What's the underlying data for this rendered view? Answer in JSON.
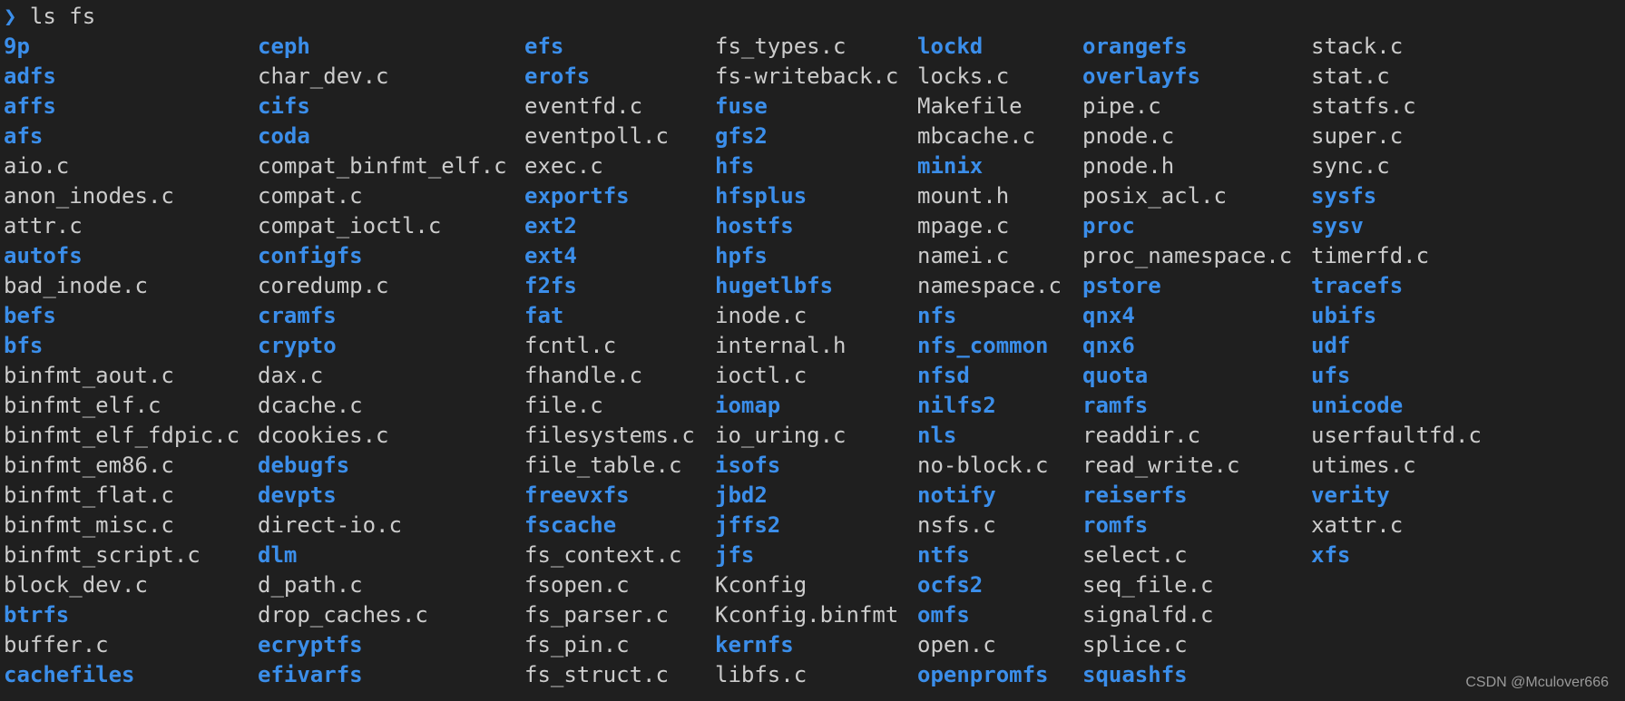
{
  "prompt": {
    "symbol": "❯",
    "command": "ls fs"
  },
  "colors": {
    "directory": "#3b8eea",
    "file": "#cccccc",
    "background": "#1f1f1f"
  },
  "listing": {
    "columns": [
      [
        {
          "name": "9p",
          "dir": true
        },
        {
          "name": "adfs",
          "dir": true
        },
        {
          "name": "affs",
          "dir": true
        },
        {
          "name": "afs",
          "dir": true
        },
        {
          "name": "aio.c",
          "dir": false
        },
        {
          "name": "anon_inodes.c",
          "dir": false
        },
        {
          "name": "attr.c",
          "dir": false
        },
        {
          "name": "autofs",
          "dir": true
        },
        {
          "name": "bad_inode.c",
          "dir": false
        },
        {
          "name": "befs",
          "dir": true
        },
        {
          "name": "bfs",
          "dir": true
        },
        {
          "name": "binfmt_aout.c",
          "dir": false
        },
        {
          "name": "binfmt_elf.c",
          "dir": false
        },
        {
          "name": "binfmt_elf_fdpic.c",
          "dir": false
        },
        {
          "name": "binfmt_em86.c",
          "dir": false
        },
        {
          "name": "binfmt_flat.c",
          "dir": false
        },
        {
          "name": "binfmt_misc.c",
          "dir": false
        },
        {
          "name": "binfmt_script.c",
          "dir": false
        },
        {
          "name": "block_dev.c",
          "dir": false
        },
        {
          "name": "btrfs",
          "dir": true
        },
        {
          "name": "buffer.c",
          "dir": false
        },
        {
          "name": "cachefiles",
          "dir": true
        }
      ],
      [
        {
          "name": "ceph",
          "dir": true
        },
        {
          "name": "char_dev.c",
          "dir": false
        },
        {
          "name": "cifs",
          "dir": true
        },
        {
          "name": "coda",
          "dir": true
        },
        {
          "name": "compat_binfmt_elf.c",
          "dir": false
        },
        {
          "name": "compat.c",
          "dir": false
        },
        {
          "name": "compat_ioctl.c",
          "dir": false
        },
        {
          "name": "configfs",
          "dir": true
        },
        {
          "name": "coredump.c",
          "dir": false
        },
        {
          "name": "cramfs",
          "dir": true
        },
        {
          "name": "crypto",
          "dir": true
        },
        {
          "name": "dax.c",
          "dir": false
        },
        {
          "name": "dcache.c",
          "dir": false
        },
        {
          "name": "dcookies.c",
          "dir": false
        },
        {
          "name": "debugfs",
          "dir": true
        },
        {
          "name": "devpts",
          "dir": true
        },
        {
          "name": "direct-io.c",
          "dir": false
        },
        {
          "name": "dlm",
          "dir": true
        },
        {
          "name": "d_path.c",
          "dir": false
        },
        {
          "name": "drop_caches.c",
          "dir": false
        },
        {
          "name": "ecryptfs",
          "dir": true
        },
        {
          "name": "efivarfs",
          "dir": true
        }
      ],
      [
        {
          "name": "efs",
          "dir": true
        },
        {
          "name": "erofs",
          "dir": true
        },
        {
          "name": "eventfd.c",
          "dir": false
        },
        {
          "name": "eventpoll.c",
          "dir": false
        },
        {
          "name": "exec.c",
          "dir": false
        },
        {
          "name": "exportfs",
          "dir": true
        },
        {
          "name": "ext2",
          "dir": true
        },
        {
          "name": "ext4",
          "dir": true
        },
        {
          "name": "f2fs",
          "dir": true
        },
        {
          "name": "fat",
          "dir": true
        },
        {
          "name": "fcntl.c",
          "dir": false
        },
        {
          "name": "fhandle.c",
          "dir": false
        },
        {
          "name": "file.c",
          "dir": false
        },
        {
          "name": "filesystems.c",
          "dir": false
        },
        {
          "name": "file_table.c",
          "dir": false
        },
        {
          "name": "freevxfs",
          "dir": true
        },
        {
          "name": "fscache",
          "dir": true
        },
        {
          "name": "fs_context.c",
          "dir": false
        },
        {
          "name": "fsopen.c",
          "dir": false
        },
        {
          "name": "fs_parser.c",
          "dir": false
        },
        {
          "name": "fs_pin.c",
          "dir": false
        },
        {
          "name": "fs_struct.c",
          "dir": false
        }
      ],
      [
        {
          "name": "fs_types.c",
          "dir": false
        },
        {
          "name": "fs-writeback.c",
          "dir": false
        },
        {
          "name": "fuse",
          "dir": true
        },
        {
          "name": "gfs2",
          "dir": true
        },
        {
          "name": "hfs",
          "dir": true
        },
        {
          "name": "hfsplus",
          "dir": true
        },
        {
          "name": "hostfs",
          "dir": true
        },
        {
          "name": "hpfs",
          "dir": true
        },
        {
          "name": "hugetlbfs",
          "dir": true
        },
        {
          "name": "inode.c",
          "dir": false
        },
        {
          "name": "internal.h",
          "dir": false
        },
        {
          "name": "ioctl.c",
          "dir": false
        },
        {
          "name": "iomap",
          "dir": true
        },
        {
          "name": "io_uring.c",
          "dir": false
        },
        {
          "name": "isofs",
          "dir": true
        },
        {
          "name": "jbd2",
          "dir": true
        },
        {
          "name": "jffs2",
          "dir": true
        },
        {
          "name": "jfs",
          "dir": true
        },
        {
          "name": "Kconfig",
          "dir": false
        },
        {
          "name": "Kconfig.binfmt",
          "dir": false
        },
        {
          "name": "kernfs",
          "dir": true
        },
        {
          "name": "libfs.c",
          "dir": false
        }
      ],
      [
        {
          "name": "lockd",
          "dir": true
        },
        {
          "name": "locks.c",
          "dir": false
        },
        {
          "name": "Makefile",
          "dir": false
        },
        {
          "name": "mbcache.c",
          "dir": false
        },
        {
          "name": "minix",
          "dir": true
        },
        {
          "name": "mount.h",
          "dir": false
        },
        {
          "name": "mpage.c",
          "dir": false
        },
        {
          "name": "namei.c",
          "dir": false
        },
        {
          "name": "namespace.c",
          "dir": false
        },
        {
          "name": "nfs",
          "dir": true
        },
        {
          "name": "nfs_common",
          "dir": true
        },
        {
          "name": "nfsd",
          "dir": true
        },
        {
          "name": "nilfs2",
          "dir": true
        },
        {
          "name": "nls",
          "dir": true
        },
        {
          "name": "no-block.c",
          "dir": false
        },
        {
          "name": "notify",
          "dir": true
        },
        {
          "name": "nsfs.c",
          "dir": false
        },
        {
          "name": "ntfs",
          "dir": true
        },
        {
          "name": "ocfs2",
          "dir": true
        },
        {
          "name": "omfs",
          "dir": true
        },
        {
          "name": "open.c",
          "dir": false
        },
        {
          "name": "openpromfs",
          "dir": true
        }
      ],
      [
        {
          "name": "orangefs",
          "dir": true
        },
        {
          "name": "overlayfs",
          "dir": true
        },
        {
          "name": "pipe.c",
          "dir": false
        },
        {
          "name": "pnode.c",
          "dir": false
        },
        {
          "name": "pnode.h",
          "dir": false
        },
        {
          "name": "posix_acl.c",
          "dir": false
        },
        {
          "name": "proc",
          "dir": true
        },
        {
          "name": "proc_namespace.c",
          "dir": false
        },
        {
          "name": "pstore",
          "dir": true
        },
        {
          "name": "qnx4",
          "dir": true
        },
        {
          "name": "qnx6",
          "dir": true
        },
        {
          "name": "quota",
          "dir": true
        },
        {
          "name": "ramfs",
          "dir": true
        },
        {
          "name": "readdir.c",
          "dir": false
        },
        {
          "name": "read_write.c",
          "dir": false
        },
        {
          "name": "reiserfs",
          "dir": true
        },
        {
          "name": "romfs",
          "dir": true
        },
        {
          "name": "select.c",
          "dir": false
        },
        {
          "name": "seq_file.c",
          "dir": false
        },
        {
          "name": "signalfd.c",
          "dir": false
        },
        {
          "name": "splice.c",
          "dir": false
        },
        {
          "name": "squashfs",
          "dir": true
        }
      ],
      [
        {
          "name": "stack.c",
          "dir": false
        },
        {
          "name": "stat.c",
          "dir": false
        },
        {
          "name": "statfs.c",
          "dir": false
        },
        {
          "name": "super.c",
          "dir": false
        },
        {
          "name": "sync.c",
          "dir": false
        },
        {
          "name": "sysfs",
          "dir": true
        },
        {
          "name": "sysv",
          "dir": true
        },
        {
          "name": "timerfd.c",
          "dir": false
        },
        {
          "name": "tracefs",
          "dir": true
        },
        {
          "name": "ubifs",
          "dir": true
        },
        {
          "name": "udf",
          "dir": true
        },
        {
          "name": "ufs",
          "dir": true
        },
        {
          "name": "unicode",
          "dir": true
        },
        {
          "name": "userfaultfd.c",
          "dir": false
        },
        {
          "name": "utimes.c",
          "dir": false
        },
        {
          "name": "verity",
          "dir": true
        },
        {
          "name": "xattr.c",
          "dir": false
        },
        {
          "name": "xfs",
          "dir": true
        }
      ]
    ]
  },
  "watermark": "CSDN @Mculover666"
}
